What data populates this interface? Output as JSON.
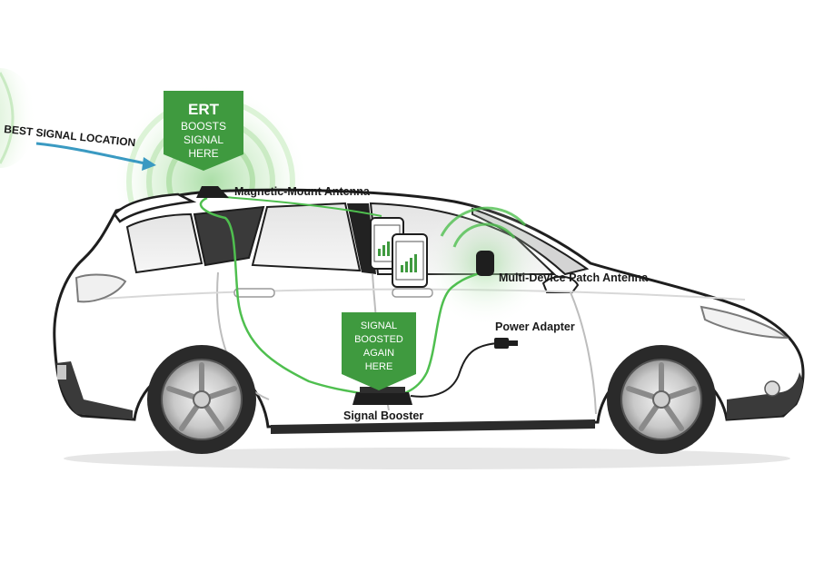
{
  "labels": {
    "best_signal_location": "BEST SIGNAL LOCATION",
    "magnetic_mount_antenna": "Magnetic-Mount Antenna",
    "multi_device_patch_antenna": "Multi-Device Patch Antenna",
    "power_adapter": "Power Adapter",
    "signal_booster": "Signal Booster"
  },
  "badges": {
    "ert": {
      "line1": "ERT",
      "line2": "BOOSTS",
      "line3": "SIGNAL",
      "line4": "HERE"
    },
    "boosted": {
      "line1": "SIGNAL",
      "line2": "BOOSTED",
      "line3": "AGAIN",
      "line4": "HERE"
    }
  },
  "colors": {
    "badge_green": "#3f9a3f",
    "cable_green": "#4fbf4f",
    "signal_glow": "#a9dca0",
    "arrow_blue": "#3a9ac2",
    "car_body": "#ffffff",
    "car_outline": "#1e1e1e",
    "tire": "#2a2a2a"
  }
}
